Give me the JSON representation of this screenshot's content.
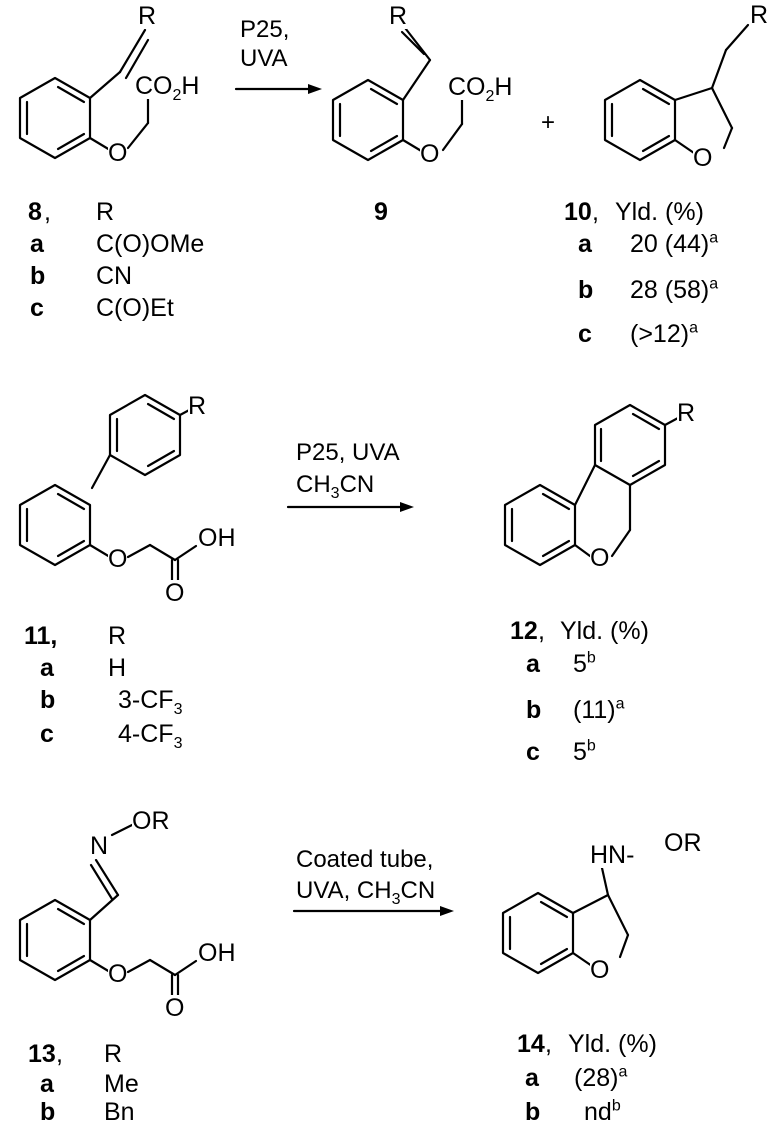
{
  "scheme1": {
    "reagents": [
      "P25,",
      "UVA"
    ],
    "plus": "+",
    "compound8": {
      "number": "8",
      "sep": ",",
      "r_header": "R",
      "entries": [
        {
          "letter": "a",
          "r": "C(O)OMe"
        },
        {
          "letter": "b",
          "r": "CN"
        },
        {
          "letter": "c",
          "r": "C(O)Et"
        }
      ]
    },
    "compound9": {
      "number": "9"
    },
    "compound10": {
      "number": "10",
      "sep": ",",
      "yield_header": "Yld. (%)",
      "entries": [
        {
          "letter": "a",
          "yield": "20 (44)",
          "note": "a"
        },
        {
          "letter": "b",
          "yield": "28 (58)",
          "note": "a"
        },
        {
          "letter": "c",
          "yield": "(>12)",
          "note": "a"
        }
      ]
    }
  },
  "scheme2": {
    "reagent_line1": "P25, UVA",
    "reagent_line2_pre": "CH",
    "reagent_line2_sub": "3",
    "reagent_line2_post": "CN",
    "compound11": {
      "number": "11,",
      "r_header": "R",
      "entries": [
        {
          "letter": "a",
          "r": "H",
          "r_sub": ""
        },
        {
          "letter": "b",
          "r": "3-CF",
          "r_sub": "3"
        },
        {
          "letter": "c",
          "r": "4-CF",
          "r_sub": "3"
        }
      ]
    },
    "compound12": {
      "number": "12",
      "sep": ",",
      "yield_header": "Yld. (%)",
      "entries": [
        {
          "letter": "a",
          "yield": "5",
          "note": "b"
        },
        {
          "letter": "b",
          "yield": "(11)",
          "note": "a"
        },
        {
          "letter": "c",
          "yield": "5",
          "note": "b"
        }
      ]
    }
  },
  "scheme3": {
    "reagent_line1": "Coated tube,",
    "reagent_line2_pre": "UVA, CH",
    "reagent_line2_sub": "3",
    "reagent_line2_post": "CN",
    "compound13": {
      "number": "13",
      "sep": ",",
      "r_header": "R",
      "entries": [
        {
          "letter": "a",
          "r": "Me"
        },
        {
          "letter": "b",
          "r": "Bn"
        }
      ]
    },
    "compound14": {
      "number": "14",
      "sep": ",",
      "yield_header": "Yld. (%)",
      "entries": [
        {
          "letter": "a",
          "yield": "(28)",
          "note": "a"
        },
        {
          "letter": "b",
          "yield": "nd",
          "note": "b"
        }
      ]
    }
  },
  "atoms": {
    "R": "R",
    "O": "O",
    "co2h_pre": "CO",
    "co2h_sub": "2",
    "co2h_post": "H",
    "OH": "OH",
    "N": "N",
    "OR": "OR",
    "HN": "HN",
    "dash": "-"
  }
}
